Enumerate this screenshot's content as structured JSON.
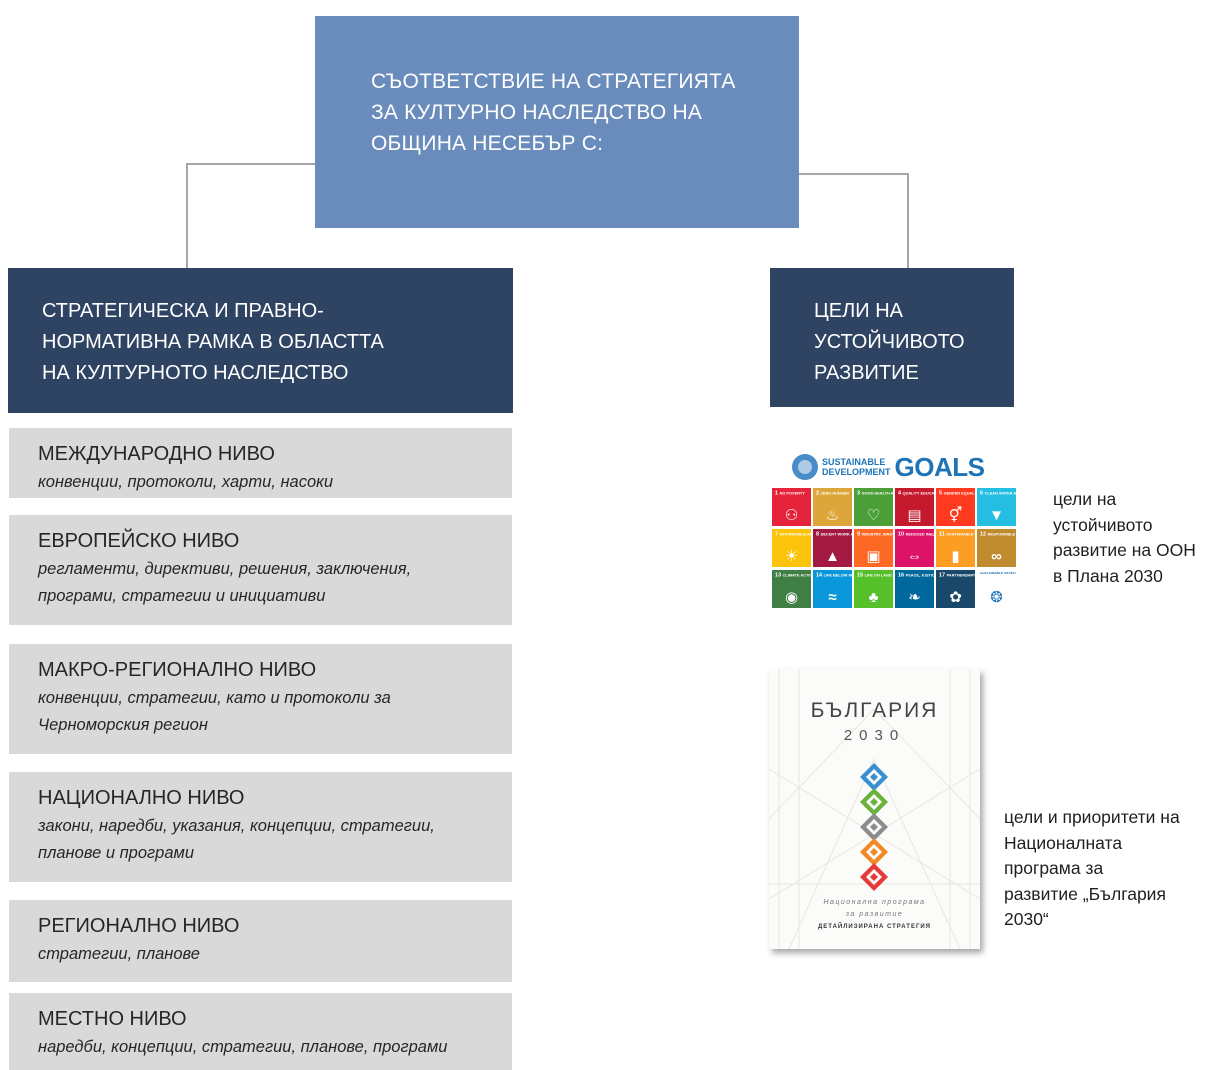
{
  "top_box": {
    "lines": [
      "СЪОТВЕТСТВИЕ НА СТРАТЕГИЯТА",
      "ЗА КУЛТУРНО НАСЛЕДСТВО НА",
      "ОБЩИНА НЕСЕБЪР С:"
    ]
  },
  "left_box": {
    "lines": [
      "СТРАТЕГИЧЕСКА И ПРАВНО-",
      "НОРМАТИВНА РАМКА В ОБЛАСТТА",
      "НА КУЛТУРНОТО НАСЛЕДСТВО"
    ]
  },
  "right_box": {
    "lines": [
      "ЦЕЛИ НА",
      "УСТОЙЧИВОТО",
      "РАЗВИТИЕ"
    ]
  },
  "levels": [
    {
      "title": "МЕЖДУНАРОДНО НИВО",
      "desc": [
        "конвенции, протоколи, харти, насоки"
      ]
    },
    {
      "title": "ЕВРОПЕЙСКО НИВО",
      "desc": [
        "регламенти, директиви, решения, заключения,",
        "програми, стратегии и инициативи"
      ]
    },
    {
      "title": "МАКРО-РЕГИОНАЛНО НИВО",
      "desc": [
        "конвенции, стратегии, като и протоколи за",
        "Черноморския регион"
      ]
    },
    {
      "title": "НАЦИОНАЛНО  НИВО",
      "desc": [
        "закони, наредби, указания, концепции, стратегии,",
        "планове и програми"
      ]
    },
    {
      "title": "РЕГИОНАЛНО НИВО",
      "desc": [
        "стратегии, планове"
      ]
    },
    {
      "title": "МЕСТНО НИВО",
      "desc": [
        "наредби, концепции, стратегии, планове, програми"
      ]
    }
  ],
  "sdg": {
    "header_sub": [
      "SUSTAINABLE",
      "DEVELOPMENT"
    ],
    "header_main": "GOALS",
    "tiles": [
      {
        "num": "1",
        "label": "NO POVERTY",
        "color": "#e5243b",
        "icon": "family-icon"
      },
      {
        "num": "2",
        "label": "ZERO HUNGER",
        "color": "#dda63a",
        "icon": "bowl-icon"
      },
      {
        "num": "3",
        "label": "GOOD HEALTH AND WELL-BEING",
        "color": "#4c9f38",
        "icon": "heartbeat-icon"
      },
      {
        "num": "4",
        "label": "QUALITY EDUCATION",
        "color": "#c5192d",
        "icon": "book-icon"
      },
      {
        "num": "5",
        "label": "GENDER EQUALITY",
        "color": "#ff3a21",
        "icon": "gender-icon"
      },
      {
        "num": "6",
        "label": "CLEAN WATER AND SANITATION",
        "color": "#26bde2",
        "icon": "water-icon"
      },
      {
        "num": "7",
        "label": "AFFORDABLE AND CLEAN ENERGY",
        "color": "#fcc30b",
        "icon": "sun-icon"
      },
      {
        "num": "8",
        "label": "DECENT WORK AND ECONOMIC GROWTH",
        "color": "#a21942",
        "icon": "growth-icon"
      },
      {
        "num": "9",
        "label": "INDUSTRY, INNOVATION AND INFRASTRUCTURE",
        "color": "#fd6925",
        "icon": "cubes-icon"
      },
      {
        "num": "10",
        "label": "REDUCED INEQUALITIES",
        "color": "#dd1367",
        "icon": "equality-icon"
      },
      {
        "num": "11",
        "label": "SUSTAINABLE CITIES AND COMMUNITIES",
        "color": "#fd9d24",
        "icon": "city-icon"
      },
      {
        "num": "12",
        "label": "RESPONSIBLE CONSUMPTION AND PRODUCTION",
        "color": "#bf8b2e",
        "icon": "infinity-icon"
      },
      {
        "num": "13",
        "label": "CLIMATE ACTION",
        "color": "#3f7e44",
        "icon": "eye-globe-icon"
      },
      {
        "num": "14",
        "label": "LIFE BELOW WATER",
        "color": "#0a97d9",
        "icon": "fish-icon"
      },
      {
        "num": "15",
        "label": "LIFE ON LAND",
        "color": "#56c02b",
        "icon": "tree-icon"
      },
      {
        "num": "16",
        "label": "PEACE, JUSTICE AND STRONG INSTITUTIONS",
        "color": "#00689d",
        "icon": "dove-icon"
      },
      {
        "num": "17",
        "label": "PARTNERSHIPS FOR THE GOALS",
        "color": "#19486a",
        "icon": "rings-icon"
      },
      {
        "num": "",
        "label": "SUSTAINABLE DEVELOPMENT GOALS",
        "color": "#ffffff",
        "icon": "sdg-wheel-icon"
      }
    ],
    "caption": [
      "цели на",
      "устойчивото",
      "развитие на ООН",
      "в Плана 2030"
    ]
  },
  "bulgaria_cover": {
    "title": "БЪЛГАРИЯ",
    "year": "2030",
    "sub1": "Национална програма",
    "sub2": "за развитие",
    "sub3": "ДЕТАЙЛИЗИРАНА СТРАТЕГИЯ",
    "ornament_colors": [
      "#3a8fd0",
      "#6ab23e",
      "#8c8c8c",
      "#f08a24",
      "#e63a3a"
    ],
    "caption": [
      "цели и приоритети на",
      "Националната",
      "програма за",
      "развитие „България",
      "2030“"
    ]
  },
  "colors": {
    "top_box": "#6a8cbc",
    "dark_box": "#2f4363",
    "level_box": "#d9d9d9",
    "connector": "#a6a6a6"
  }
}
